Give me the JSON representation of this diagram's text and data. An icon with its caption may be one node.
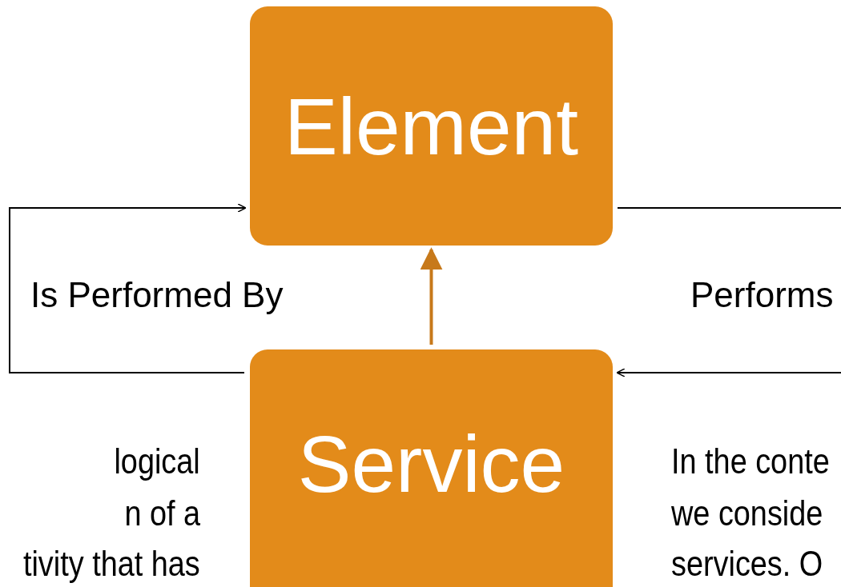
{
  "diagram": {
    "nodes": [
      {
        "text": [
          "Element"
        ]
      },
      {
        "text": [
          "Service"
        ]
      }
    ],
    "edges": [
      {
        "from": 1,
        "to": 0,
        "arrow": "to",
        "label": "Is Performed By"
      },
      {
        "from": 0,
        "to": 1,
        "arrow": "to",
        "label": "Performs"
      },
      {
        "from": 1,
        "to": 0,
        "arrow": "to",
        "style": "thick",
        "color": "#c7791a"
      }
    ],
    "labels": [
      "logical",
      "n of a",
      "tivity that has",
      "In the conte",
      "we conside",
      "services. O"
    ]
  }
}
